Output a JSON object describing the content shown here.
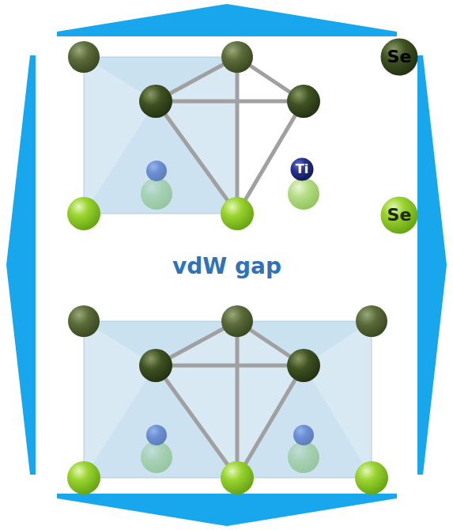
{
  "diagram": {
    "nodes": [
      {
        "text": [
          "Se"
        ]
      },
      {
        "text": [
          "Ti"
        ]
      },
      {
        "text": [
          "Se"
        ]
      }
    ],
    "labels": [
      "vdW gap"
    ]
  }
}
